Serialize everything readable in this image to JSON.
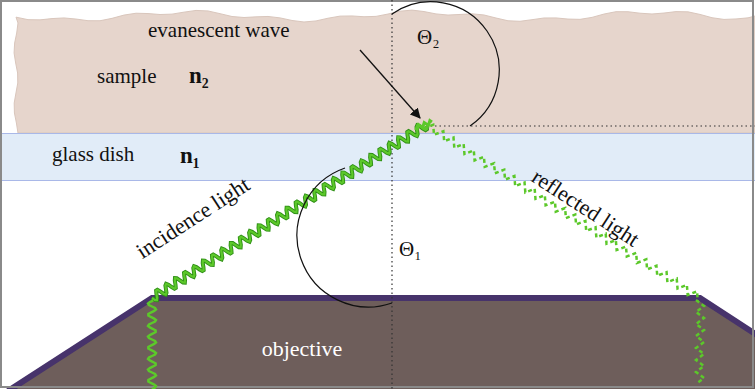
{
  "diagram": {
    "nodes": [
      {
        "text": [
          "sample",
          "n₂"
        ]
      },
      {
        "text": [
          "glass dish",
          "n₁"
        ]
      },
      {
        "text": [
          "objective"
        ]
      }
    ],
    "labels": [
      "evanescent wave",
      "incidence light",
      "reflected light",
      "Θ₁",
      "Θ₂"
    ]
  }
}
